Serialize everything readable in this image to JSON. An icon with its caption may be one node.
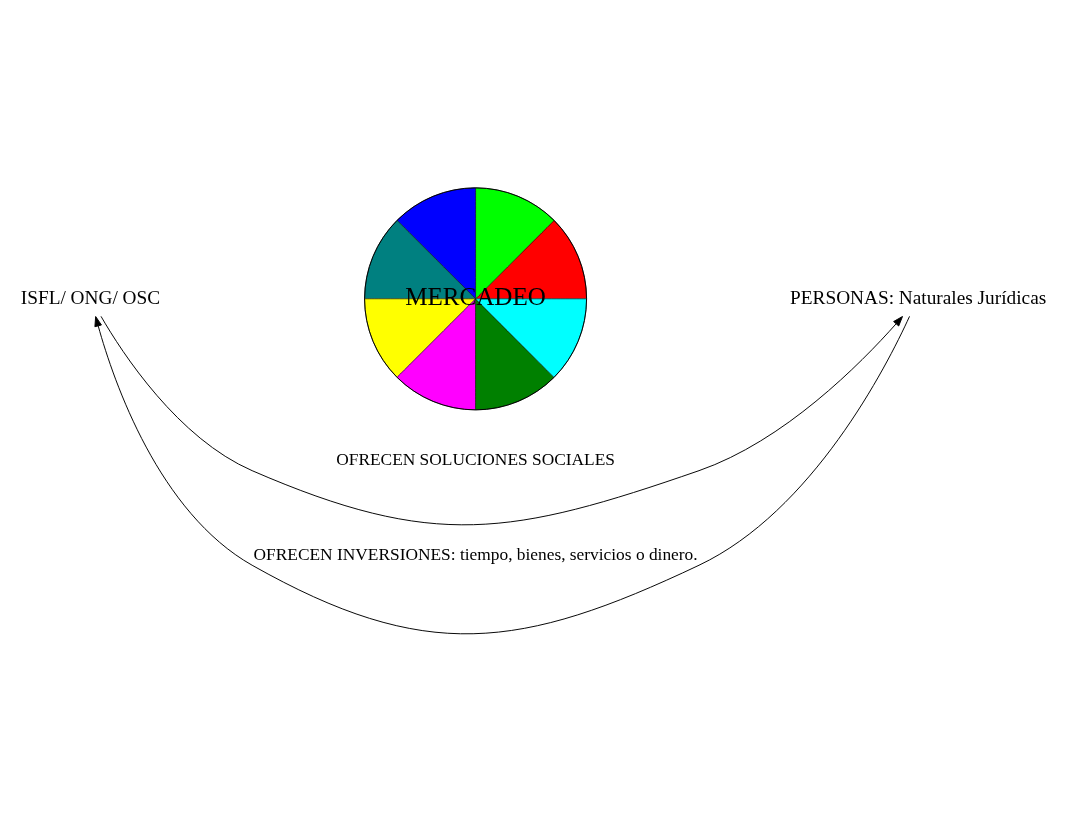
{
  "diagram": {
    "nodes": [
      {
        "text": [
          "ISFL/ ONG/ OSC"
        ]
      },
      {
        "text": [
          "MERCADEO"
        ]
      },
      {
        "text": [
          "PERSONAS: Naturales Jurídicas"
        ]
      }
    ],
    "edges": [
      {
        "from": 0,
        "to": 2,
        "arrow": "to",
        "label": "OFRECEN SOLUCIONES SOCIALES"
      },
      {
        "from": 2,
        "to": 0,
        "arrow": "to",
        "label": "OFRECEN INVERSIONES: tiempo, bienes, servicios o dinero."
      }
    ]
  }
}
